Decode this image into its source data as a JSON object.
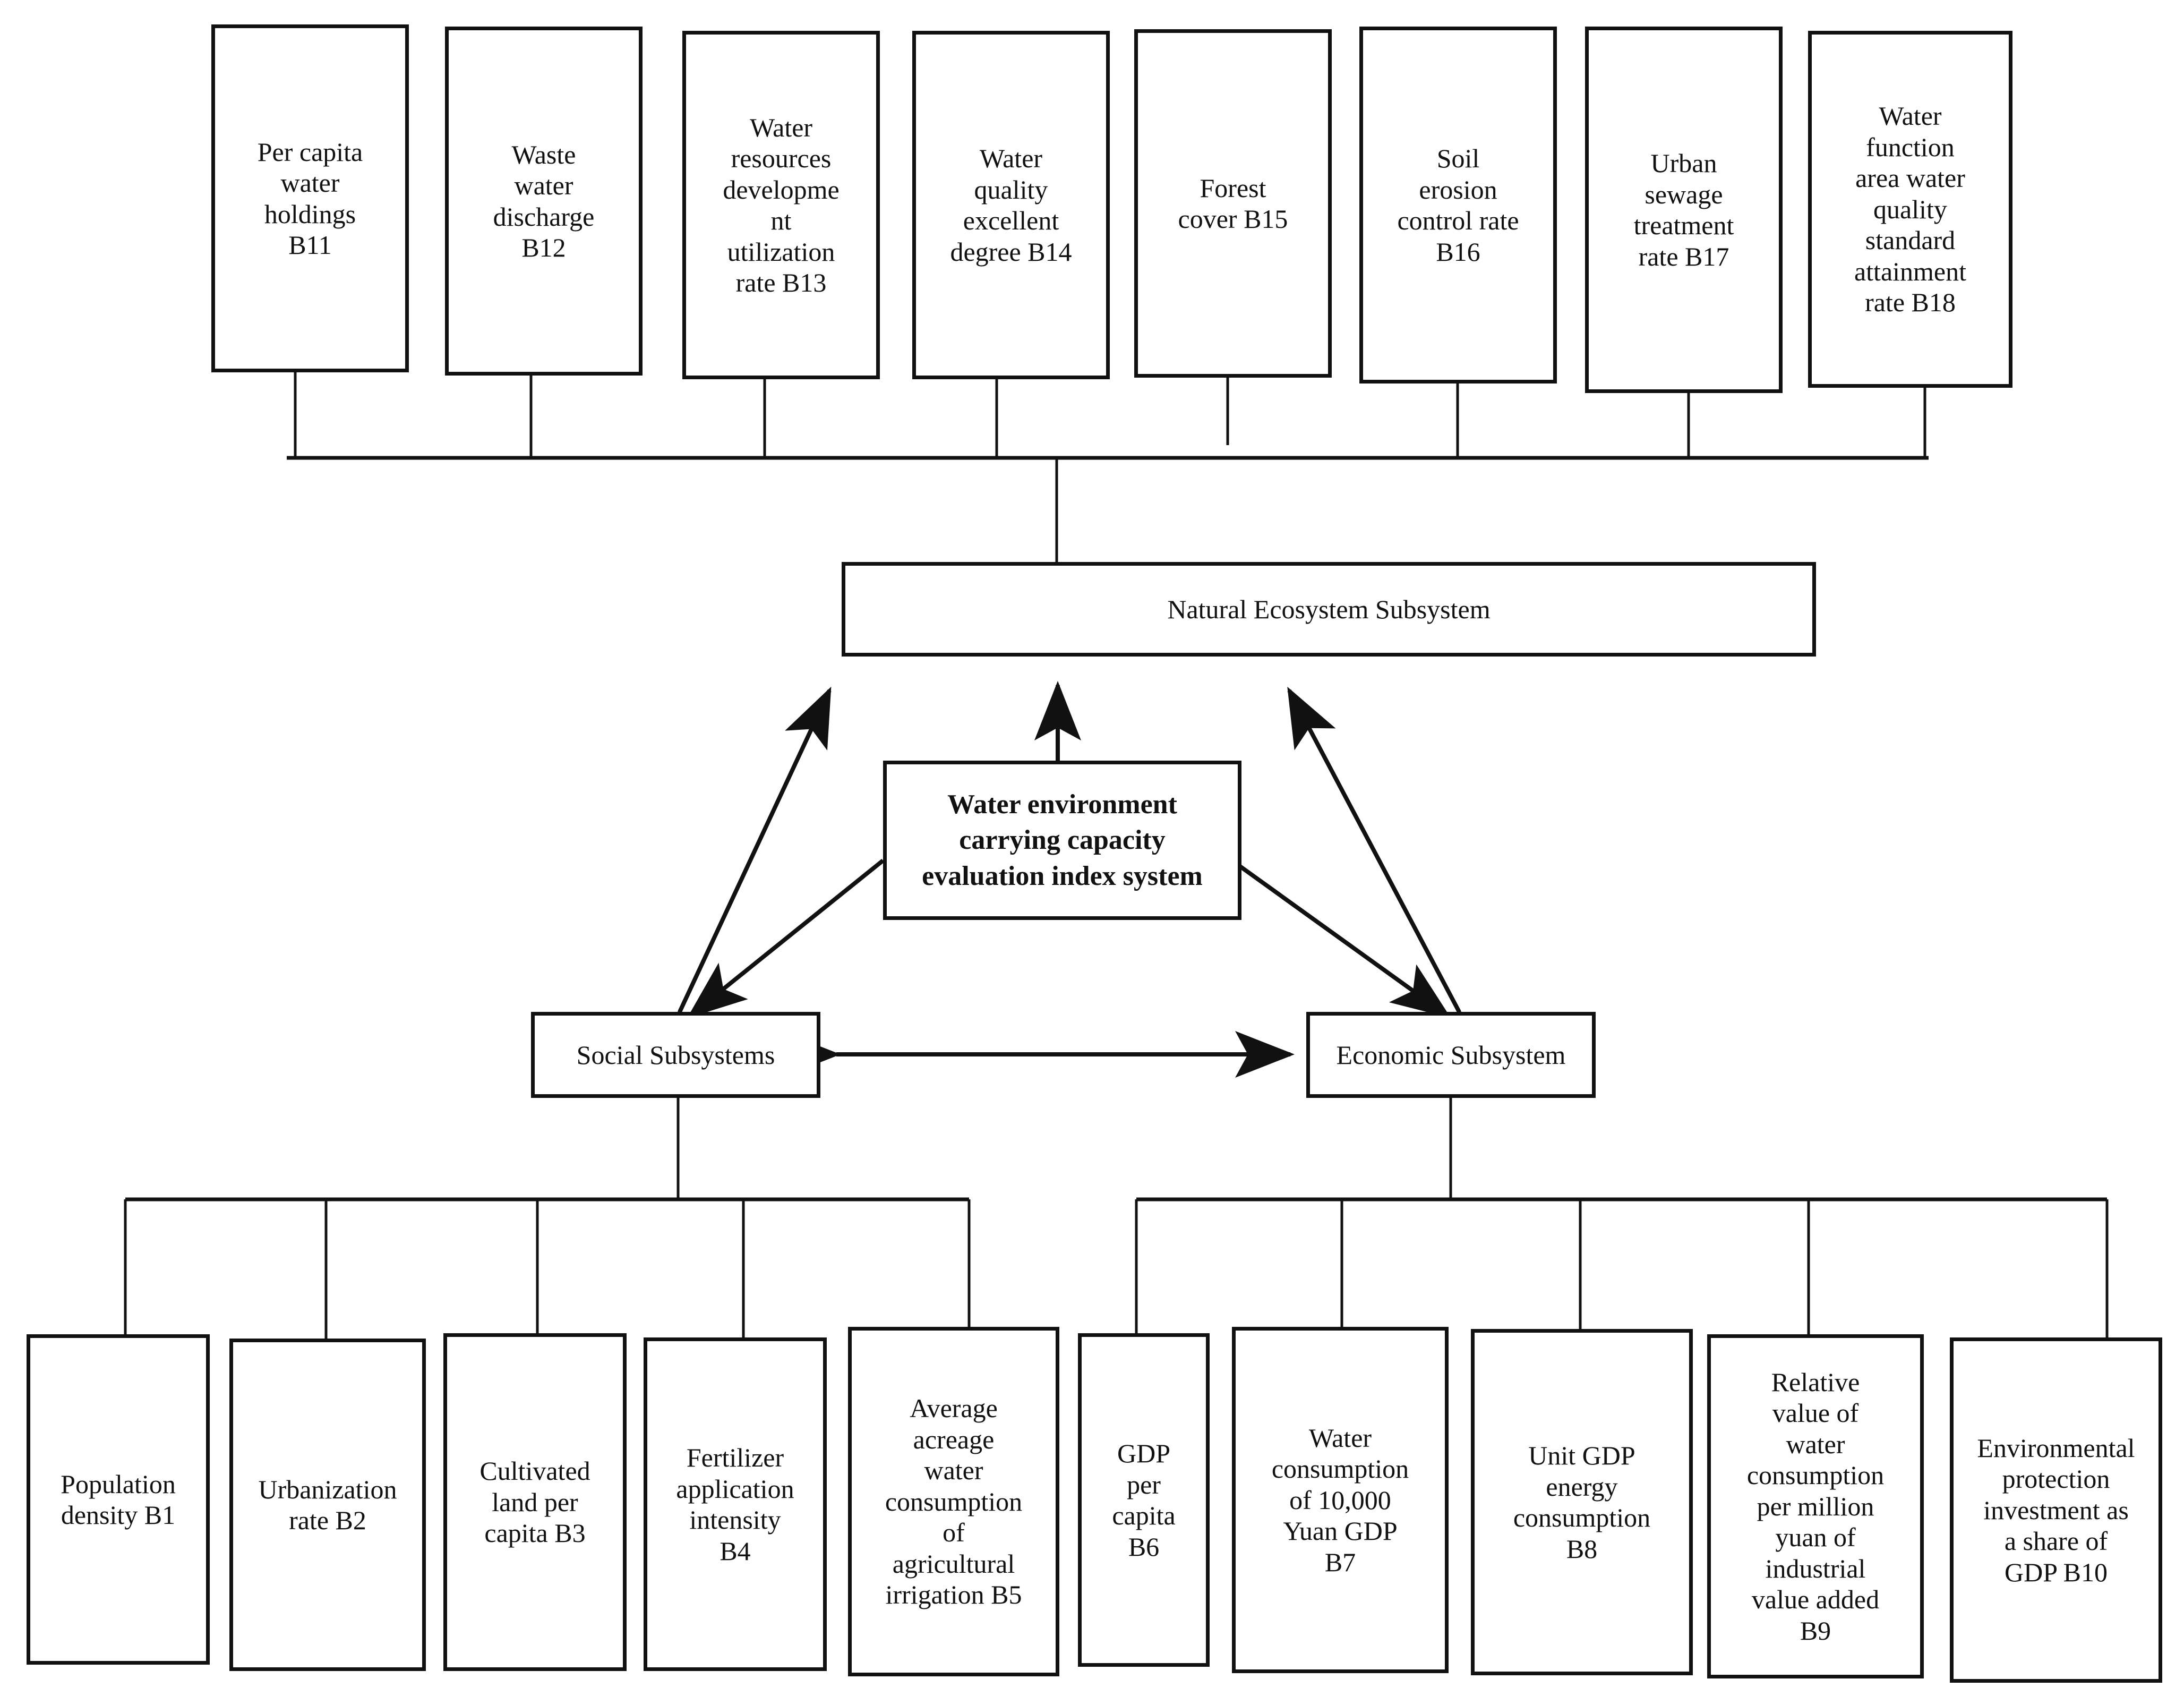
{
  "diagram": {
    "title": "Water environment carrying capacity evaluation index system",
    "type": "hierarchy",
    "colors": {
      "line": "#111111",
      "box_fill": "#ffffff",
      "text": "#111111"
    }
  },
  "root": {
    "label": "Water environment\ncarrying capacity\nevaluation index system"
  },
  "subsystems": {
    "natural": {
      "label": "Natural Ecosystem Subsystem"
    },
    "social": {
      "label": "Social Subsystems"
    },
    "economic": {
      "label": "Economic Subsystem"
    }
  },
  "natural_indicators": [
    {
      "code": "B11",
      "label": "Per capita\nwater\nholdings\nB11"
    },
    {
      "code": "B12",
      "label": "Waste\nwater\ndischarge\nB12"
    },
    {
      "code": "B13",
      "label": "Water\nresources\ndevelopme\nnt\nutilization\nrate B13"
    },
    {
      "code": "B14",
      "label": "Water\nquality\nexcellent\ndegree B14"
    },
    {
      "code": "B15",
      "label": "Forest\ncover B15"
    },
    {
      "code": "B16",
      "label": "Soil\nerosion\ncontrol rate\nB16"
    },
    {
      "code": "B17",
      "label": "Urban\nsewage\ntreatment\nrate B17"
    },
    {
      "code": "B18",
      "label": "Water\nfunction\narea water\nquality\nstandard\nattainment\nrate B18"
    }
  ],
  "social_indicators": [
    {
      "code": "B1",
      "label": "Population\ndensity B1"
    },
    {
      "code": "B2",
      "label": "Urbanization\nrate B2"
    },
    {
      "code": "B3",
      "label": "Cultivated\nland per\ncapita B3"
    },
    {
      "code": "B4",
      "label": "Fertilizer\napplication\nintensity\nB4"
    },
    {
      "code": "B5",
      "label": "Average\nacreage\nwater\nconsumption\nof\nagricultural\nirrigation B5"
    }
  ],
  "economic_indicators": [
    {
      "code": "B6",
      "label": "GDP\nper\ncapita\nB6"
    },
    {
      "code": "B7",
      "label": "Water\nconsumption\nof 10,000\nYuan GDP\nB7"
    },
    {
      "code": "B8",
      "label": "Unit GDP\nenergy\nconsumption\nB8"
    },
    {
      "code": "B9",
      "label": "Relative\nvalue of\nwater\nconsumption\nper million\nyuan of\nindustrial\nvalue added\nB9"
    },
    {
      "code": "B10",
      "label": "Environmental\nprotection\ninvestment as\na share of\nGDP B10"
    }
  ]
}
